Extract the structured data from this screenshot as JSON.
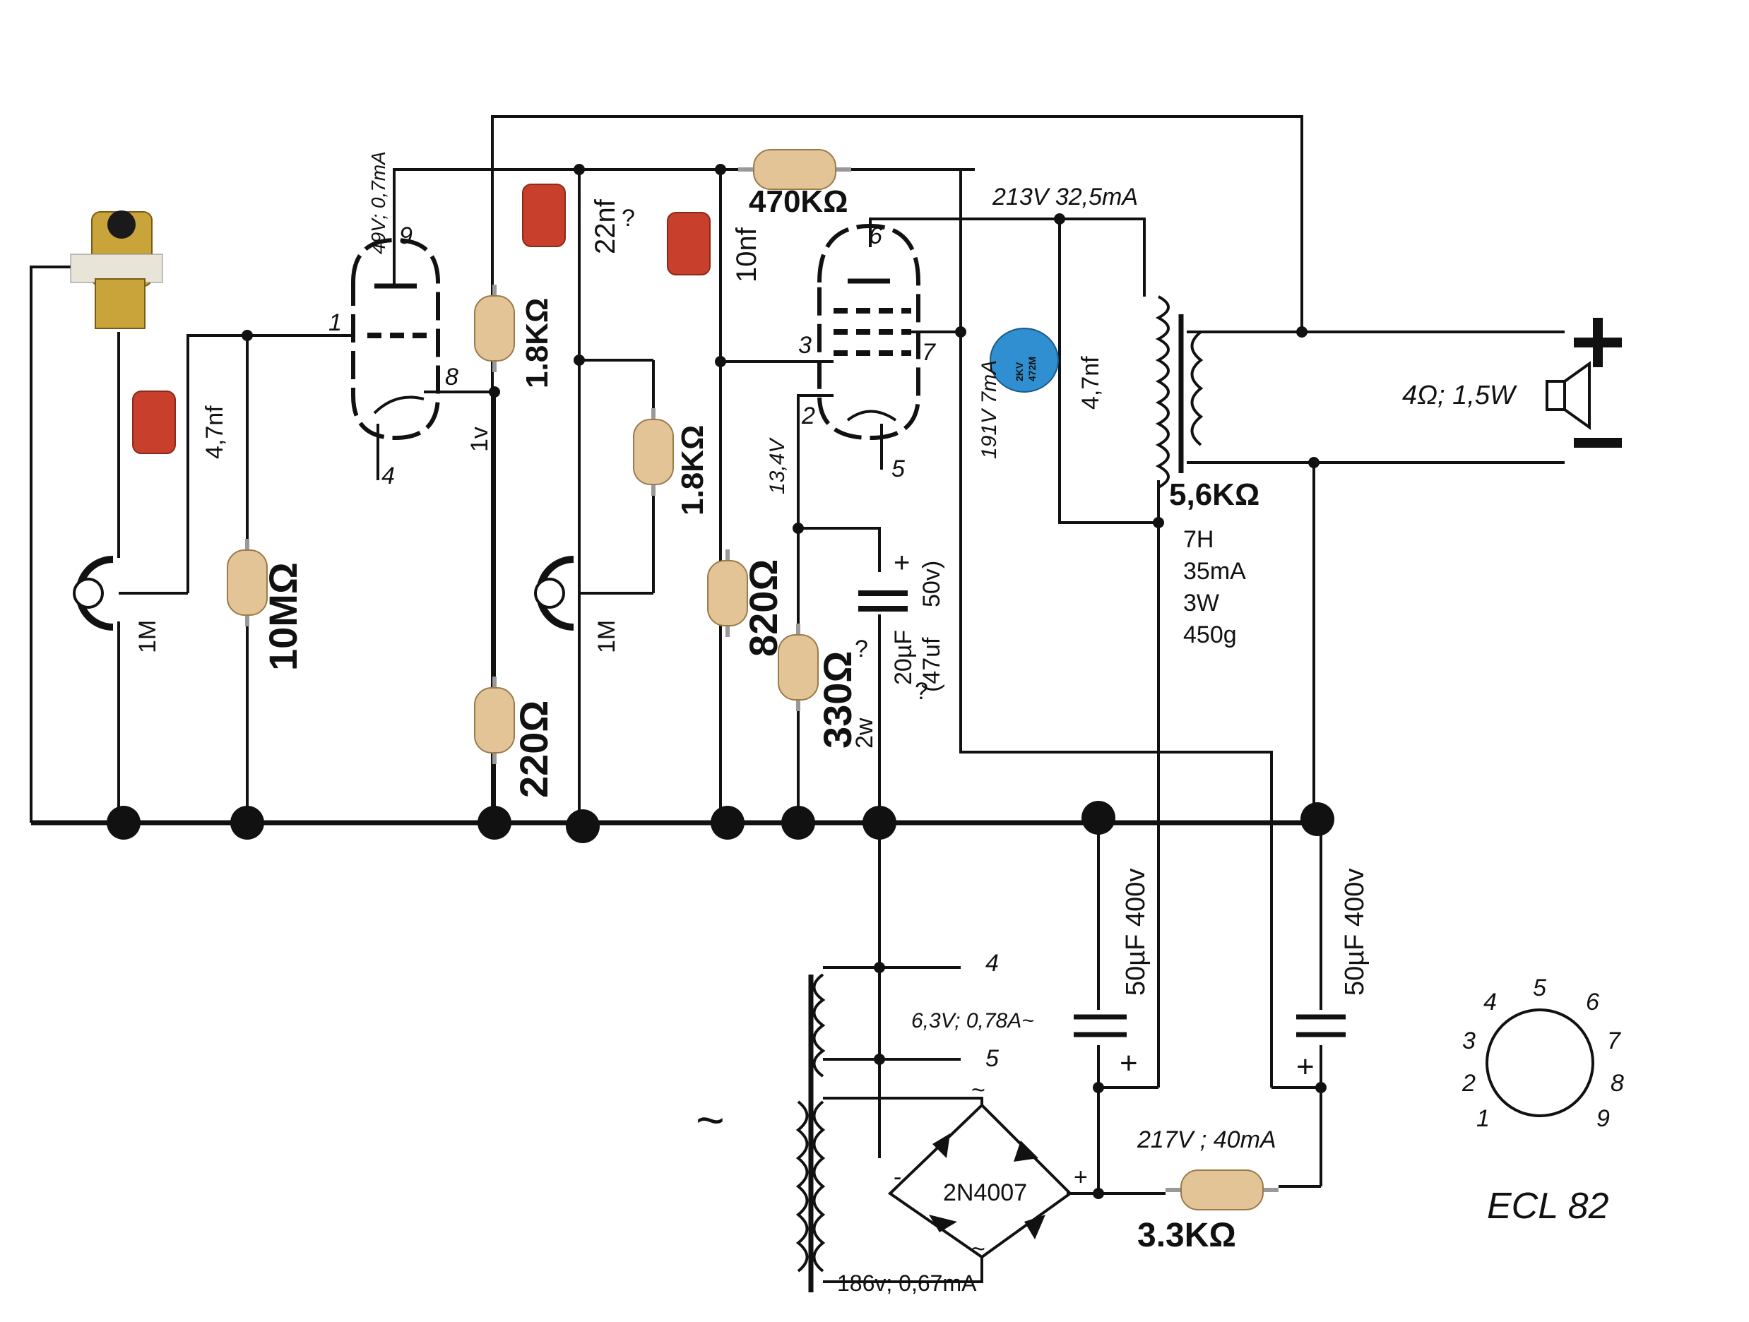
{
  "labels": {
    "r_470k": "470KΩ",
    "r_18k_a": "1.8KΩ",
    "r_18k_b": "1.8KΩ",
    "r_10m": "10MΩ",
    "r_220": "220Ω",
    "r_820": "820Ω",
    "r_330": "330Ω",
    "r_330_q": "?",
    "r_330_w": "2w",
    "r_56k": "5,6KΩ",
    "r_33k": "3.3KΩ",
    "c_47nf_in": "4,7nf",
    "c_22nf": "22nf",
    "c_22nf_q": "?",
    "c_10nf": "10nf",
    "c_47nf_out": "4,7nf",
    "c_20uf": "20µF",
    "c_20uf_alt": "(47uf",
    "c_20uf_v": "50v)",
    "c_20uf_q": "?",
    "c_50uf_a": "50µF 400v",
    "c_50uf_b": "50µF 400v",
    "pot_a": "1M",
    "pot_b": "1M",
    "v_triode_anode": "49V; 0,7mA",
    "v_cathode": "1v",
    "v_plate_pentode": "213V 32,5mA",
    "v_screen": "191V 7mA",
    "v_pentode_cathode": "13,4V",
    "v_supply": "217V ; 40mA",
    "heater": "6,3V; 0,78A~",
    "secondary": "186v; 0,67mA",
    "bridge": "2N4007",
    "speaker": "4Ω; 1,5W",
    "tube_name": "ECL 82",
    "out_tx_1": "7H",
    "out_tx_2": "35mA",
    "out_tx_3": "3W",
    "out_tx_4": "450g",
    "ceramic_cap_1": "2KV",
    "ceramic_cap_2": "472M",
    "pin1": "1",
    "pin2": "2",
    "pin3": "3",
    "pin4": "4",
    "pin5": "5",
    "pin6": "6",
    "pin7": "7",
    "pin8": "8",
    "pin9": "9",
    "heat_pin4": "4",
    "heat_pin5": "5",
    "ac_symbol": "~",
    "bridge_minus": "-",
    "bridge_plus": "+",
    "plus_sign": "+",
    "bridge_ac_top": "~",
    "bridge_ac_bottom": "~",
    "base_1": "1",
    "base_2": "2",
    "base_3": "3",
    "base_4": "4",
    "base_5": "5",
    "base_6": "6",
    "base_7": "7",
    "base_8": "8",
    "base_9": "9"
  },
  "colors": {
    "resistor_body": "#e2c497",
    "capacitor_red": "#c8402c",
    "ceramic_blue": "#2f8fd0",
    "jack_gold": "#c9a43a"
  }
}
